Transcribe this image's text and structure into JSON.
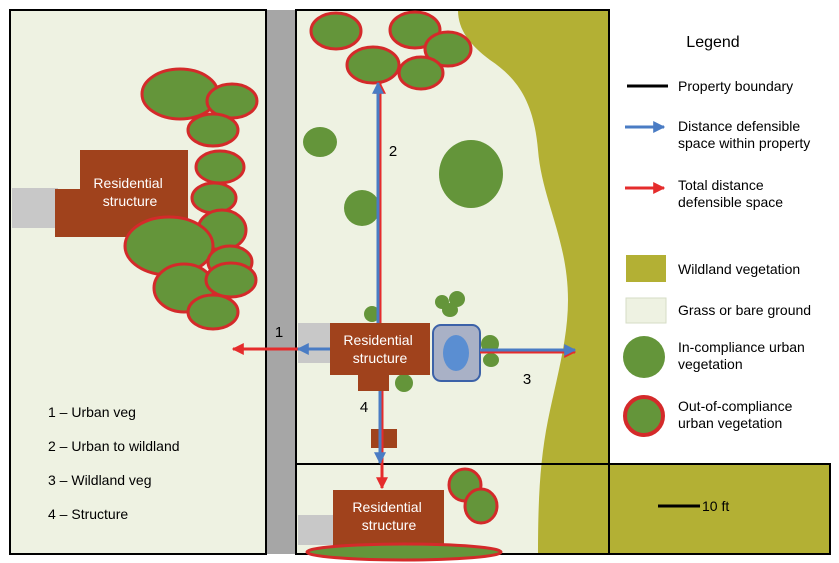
{
  "lots": {
    "left_house": "Residential structure",
    "center_house": "Residential structure",
    "bottom_house": "Residential structure"
  },
  "distance_labels": {
    "d1": "1",
    "d2": "2",
    "d3": "3",
    "d4": "4"
  },
  "key": {
    "k1": "1 – Urban veg",
    "k2": "2 – Urban to wildland",
    "k3": "3 – Wildland veg",
    "k4": "4 – Structure"
  },
  "legend": {
    "title": "Legend",
    "property_boundary": "Property boundary",
    "distance_within": "Distance defensible space within property",
    "total_distance": "Total distance defensible space",
    "wildland": "Wildland vegetation",
    "grass": "Grass or bare ground",
    "in_compliance": "In-compliance urban vegetation",
    "out_of_compliance": "Out-of-compliance urban vegetation"
  },
  "scale": {
    "label": "10 ft"
  },
  "colors": {
    "lawn": "#EEF2E2",
    "wildland": "#B3B034",
    "road": "#A6A6A6",
    "house": "#A0421C",
    "veg_green": "#64953A",
    "out_of_compliance_outline": "#D42A2A",
    "distance_within_arrow": "#4A7CC4",
    "total_distance_arrow": "#E52C2C",
    "driveway": "#C8C8C8",
    "pool_fill": "#5A8ED2",
    "pool_deck": "#A9B1C6",
    "pool_border": "#3C62A8"
  }
}
